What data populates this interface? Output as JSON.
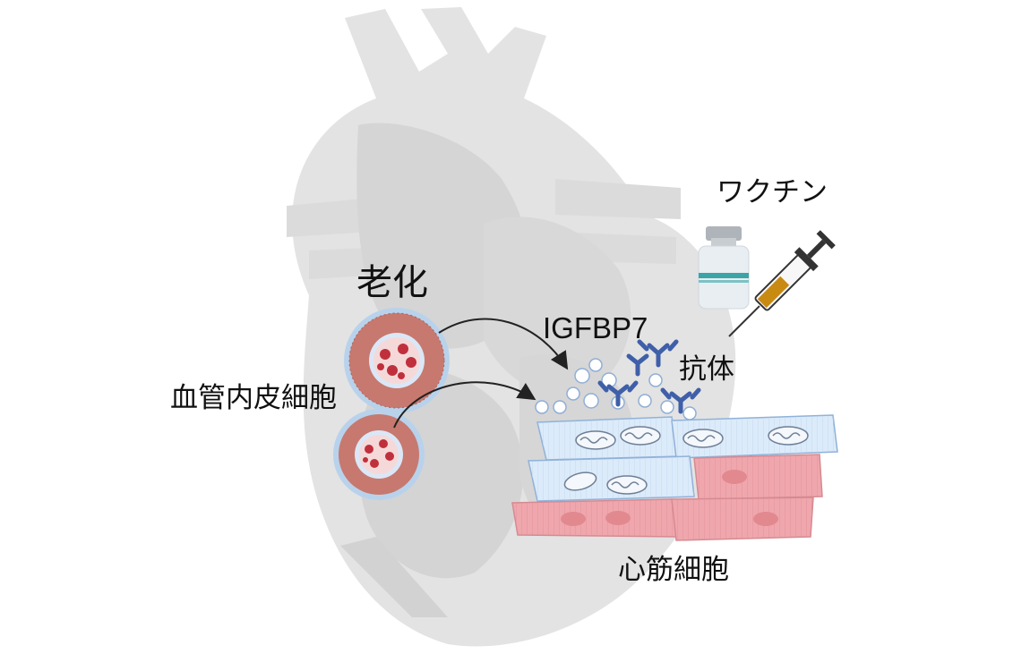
{
  "labels": {
    "aging": "老化",
    "endothelial": "血管内皮細胞",
    "protein": "IGFBP7",
    "antibody": "抗体",
    "vaccine": "ワクチン",
    "cardiomyocyte": "心筋細胞"
  },
  "colors": {
    "heart_fill": "#d6d6d6",
    "heart_inner": "#bfbfbf",
    "vessel_wall": "#c7796f",
    "vessel_outer": "#b8d2ec",
    "blood_cell": "#c0303c",
    "endothelial_cell": "#dcebfa",
    "cardiomyocyte_cell": "#efa7ad",
    "antibody": "#3f5fa8",
    "syringe_liquid": "#c98a12"
  },
  "icons": [
    "heart-silhouette",
    "blood-vessel-icon",
    "vaccine-vial-icon",
    "syringe-icon",
    "antibody-icon",
    "mitochondria-icon"
  ]
}
